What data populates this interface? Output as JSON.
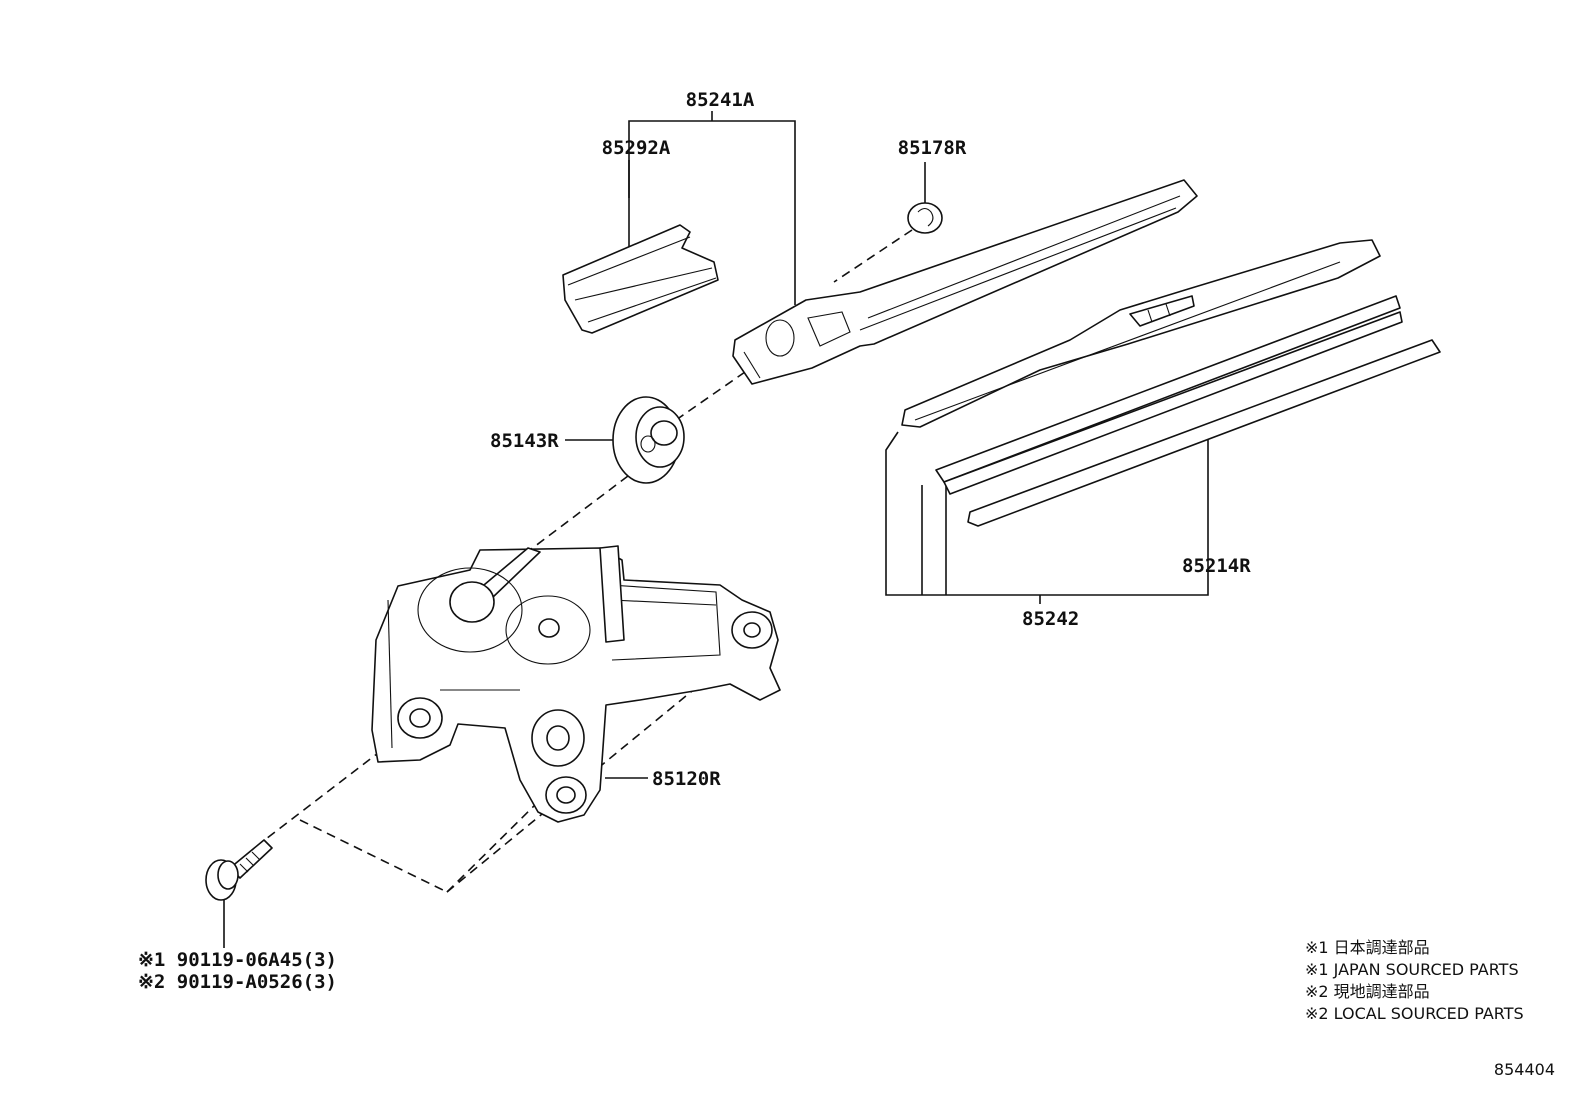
{
  "diagram": {
    "labels": {
      "p85241A": "85241A",
      "p85292A": "85292A",
      "p85178R": "85178R",
      "p85143R": "85143R",
      "p85214R": "85214R",
      "p85242": "85242",
      "p85120R": "85120R",
      "bolt1": "※1 90119-06A45(3)",
      "bolt2": "※2 90119-A0526(3)"
    },
    "notes": [
      "※1 日本調達部品",
      "※1 JAPAN SOURCED PARTS",
      "※2 現地調達部品",
      "※2 LOCAL SOURCED PARTS"
    ],
    "figure_number": "854404"
  }
}
